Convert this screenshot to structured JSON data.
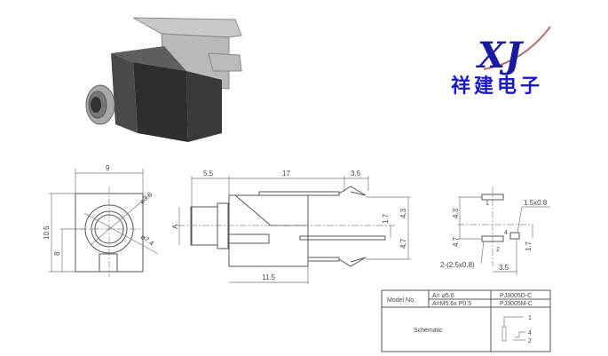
{
  "logo": {
    "mark": "XJ",
    "name": "祥建电子"
  },
  "front_view": {
    "width": "9",
    "height": "10.5",
    "center_height": "8",
    "inner_dia": "⌀3.6",
    "outer_dia": "⌀7.4"
  },
  "side_view": {
    "front_len": "5.5",
    "body_len": "17",
    "tab_len": "3.5",
    "base_len": "11.5",
    "dia_label": "A",
    "upper": "4.3",
    "lower": "4.7",
    "offset": "1.7"
  },
  "footprint": {
    "upper": "4.3",
    "lower": "4.7",
    "pad_size": "1.5x0.8",
    "pads": "2-(2.5x0.8)",
    "spacing": "3.5",
    "offset": "1.7",
    "pin1": "1",
    "pin2": "2",
    "pin4": "4"
  },
  "table": {
    "model_label": "Model No.",
    "rows": [
      {
        "a": "A= ⌀5.6",
        "model": "PJ3005D-C"
      },
      {
        "a": "A=M5.6x P0.5",
        "model": "PJ3005M-C"
      }
    ],
    "schematic_label": "Schematic",
    "pins": [
      "1",
      "4",
      "2"
    ]
  }
}
